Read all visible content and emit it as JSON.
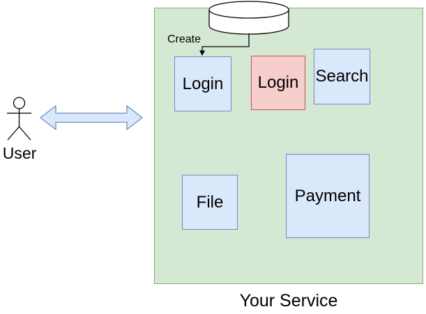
{
  "diagram": {
    "container": {
      "label": "Your Service"
    },
    "actor": {
      "label": "User"
    },
    "edge": {
      "label": "Create",
      "from": "database-cylinder",
      "to": "login-1"
    },
    "nodes": [
      {
        "id": "login-1",
        "label": "Login",
        "color": "blue"
      },
      {
        "id": "login-2",
        "label": "Login",
        "color": "red"
      },
      {
        "id": "search",
        "label": "Search",
        "color": "blue"
      },
      {
        "id": "file",
        "label": "File",
        "color": "blue"
      },
      {
        "id": "payment",
        "label": "Payment",
        "color": "blue"
      }
    ],
    "shapes": [
      {
        "id": "database-cylinder",
        "type": "cylinder"
      },
      {
        "id": "user-actor",
        "type": "stick-figure"
      },
      {
        "id": "user-service-link",
        "type": "double-arrow"
      }
    ],
    "colors": {
      "green_fill": "#d5e8d4",
      "green_stroke": "#82b366",
      "blue_fill": "#dae8fc",
      "blue_stroke": "#6c8ebf",
      "red_fill": "#f8cecc",
      "red_stroke": "#b85450",
      "shape_fill": "#ffffff",
      "line": "#000000"
    }
  }
}
